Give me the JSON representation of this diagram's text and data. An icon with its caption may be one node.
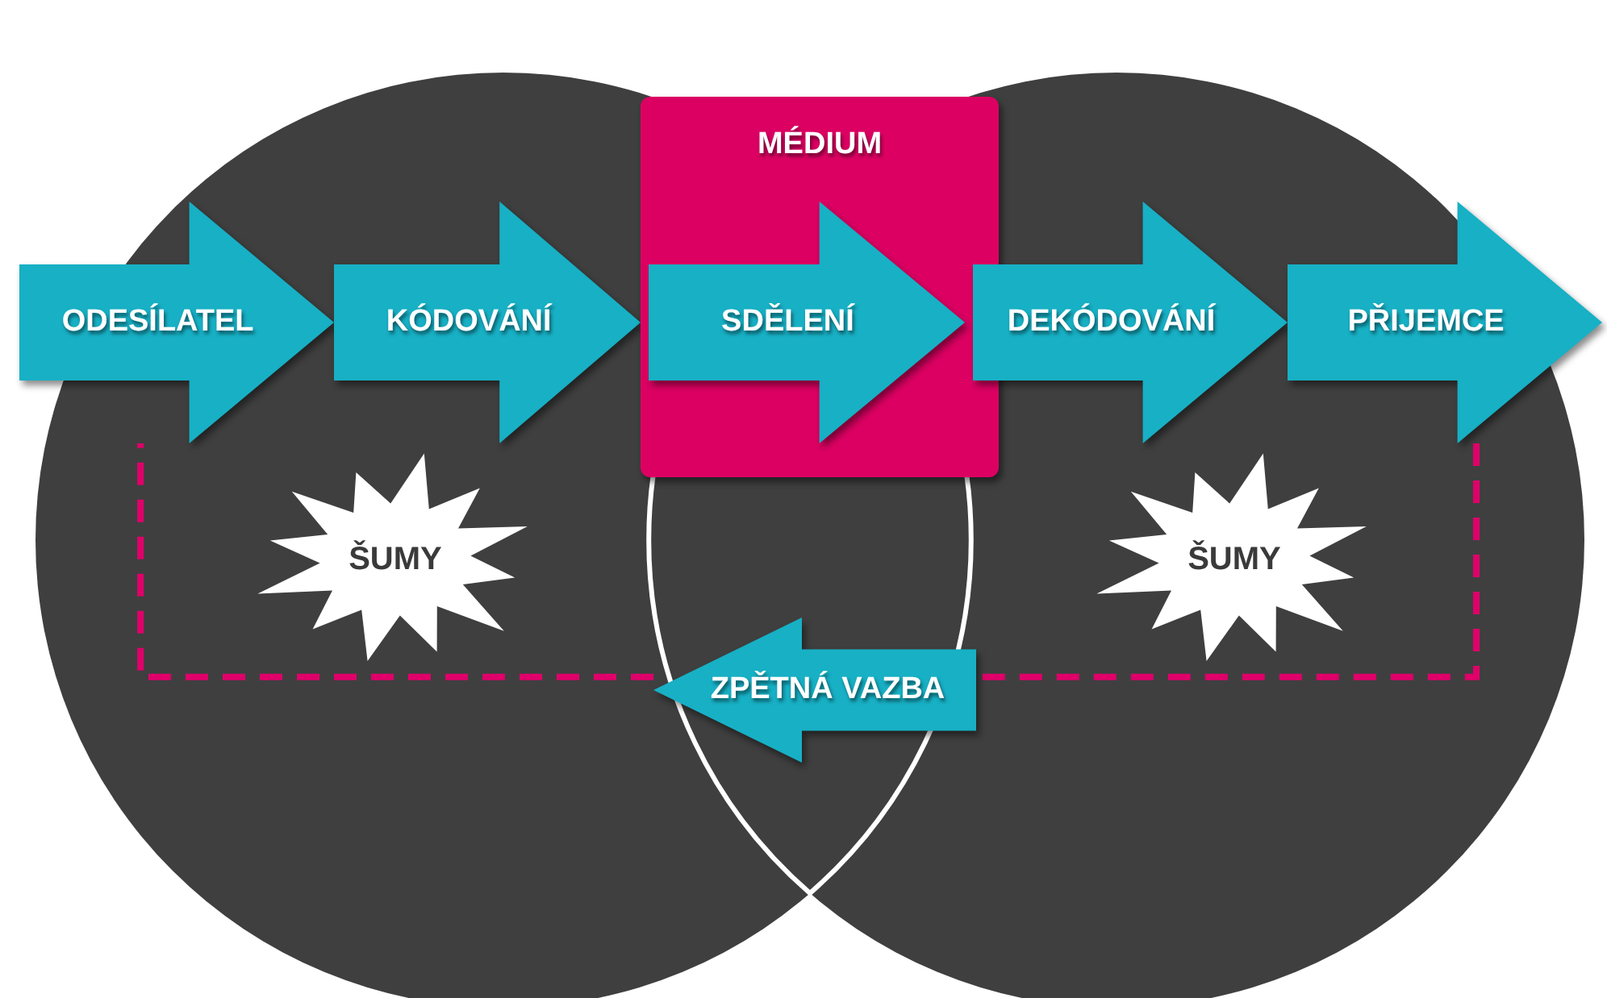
{
  "diagram": {
    "nodes": [
      {
        "text": [
          "ODESÍLATEL"
        ]
      },
      {
        "text": [
          "KÓDOVÁNÍ"
        ]
      },
      {
        "text": [
          "MÉDIUM"
        ]
      },
      {
        "text": [
          "SDĚLENÍ"
        ],
        "in": 2
      },
      {
        "text": [
          "DEKÓDOVÁNÍ"
        ]
      },
      {
        "text": [
          "PŘIJEMCE"
        ]
      },
      {
        "text": [
          "ŠUMY"
        ]
      },
      {
        "text": [
          "ZPĚTNÁ VAZBA"
        ]
      },
      {
        "text": [
          "ŠUMY"
        ]
      }
    ],
    "edges": [
      {
        "from": 5,
        "to": 7,
        "arrow": "none",
        "style": "dashed",
        "color": "#e0006a"
      },
      {
        "from": 7,
        "to": 0,
        "arrow": "none",
        "style": "dashed",
        "color": "#e0006a"
      }
    ]
  }
}
